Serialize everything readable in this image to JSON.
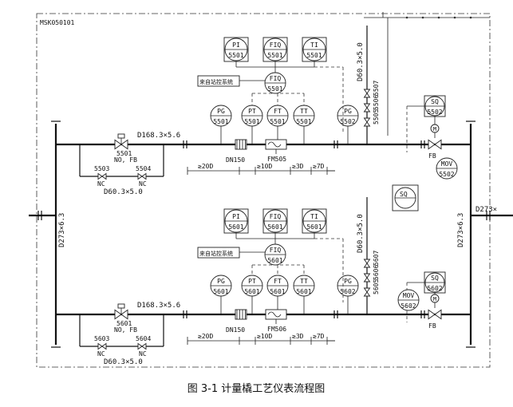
{
  "frame_tag": "MSK050101",
  "caption": "图 3-1  计量橇工艺仪表流程图",
  "remote_label": "来自站控系统",
  "pipes": {
    "inlet_header": "D273×6.3",
    "outlet_header": "D273×6.3",
    "outlet_stub": "D273×",
    "run_main": "D168.3×5.6",
    "bypass": "D60.3×5.0",
    "vertical_branch": "D60.3×5.0"
  },
  "runs": [
    {
      "id": "55",
      "inlet_valve": "5501",
      "inlet_valve_state": "NO, FB",
      "bypass_valves": [
        "5503",
        "5504"
      ],
      "bypass_valve_state": "NC",
      "dn": "DN150",
      "flowmeter": "FM505",
      "top_instruments": [
        {
          "type": "PI",
          "tag": "5501"
        },
        {
          "type": "FIQ",
          "tag": "5501"
        },
        {
          "type": "TI",
          "tag": "5501"
        }
      ],
      "fiq_local": {
        "type": "FIQ",
        "tag": "5501"
      },
      "field_instruments": [
        {
          "type": "PG",
          "tag": "5501"
        },
        {
          "type": "PT",
          "tag": "5501"
        },
        {
          "type": "FT",
          "tag": "5501"
        },
        {
          "type": "TT",
          "tag": "5501"
        },
        {
          "type": "PG",
          "tag": "5502"
        }
      ],
      "dimensions": [
        "≥20D",
        "≥10D",
        "≥3D",
        "≥7D"
      ],
      "branch_valves": [
        "5505",
        "5506",
        "5507"
      ],
      "sq": {
        "type": "SQ",
        "tag": "5502"
      },
      "mov": {
        "type": "MOV",
        "tag": "5502"
      },
      "motor_letter": "M",
      "fb_label": "FB"
    },
    {
      "id": "56",
      "inlet_valve": "5601",
      "inlet_valve_state": "NO, FB",
      "bypass_valves": [
        "5603",
        "5604"
      ],
      "bypass_valve_state": "NC",
      "dn": "DN150",
      "flowmeter": "FM506",
      "top_instruments": [
        {
          "type": "PI",
          "tag": "5601"
        },
        {
          "type": "FIQ",
          "tag": "5601"
        },
        {
          "type": "TI",
          "tag": "5601"
        }
      ],
      "fiq_local": {
        "type": "FIQ",
        "tag": "5601"
      },
      "field_instruments": [
        {
          "type": "PG",
          "tag": "5601"
        },
        {
          "type": "PT",
          "tag": "5601"
        },
        {
          "type": "FT",
          "tag": "5601"
        },
        {
          "type": "TT",
          "tag": "5601"
        },
        {
          "type": "PG",
          "tag": "5602"
        }
      ],
      "dimensions": [
        "≥20D",
        "≥10D",
        "≥3D",
        "≥7D"
      ],
      "branch_valves": [
        "5605",
        "5606",
        "5607"
      ],
      "sq": {
        "type": "SQ",
        "tag": "5602"
      },
      "mov": {
        "type": "MOV",
        "tag": "5602"
      },
      "motor_letter": "M",
      "fb_label": "FB"
    }
  ],
  "center_sq": {
    "type": "SQ"
  }
}
